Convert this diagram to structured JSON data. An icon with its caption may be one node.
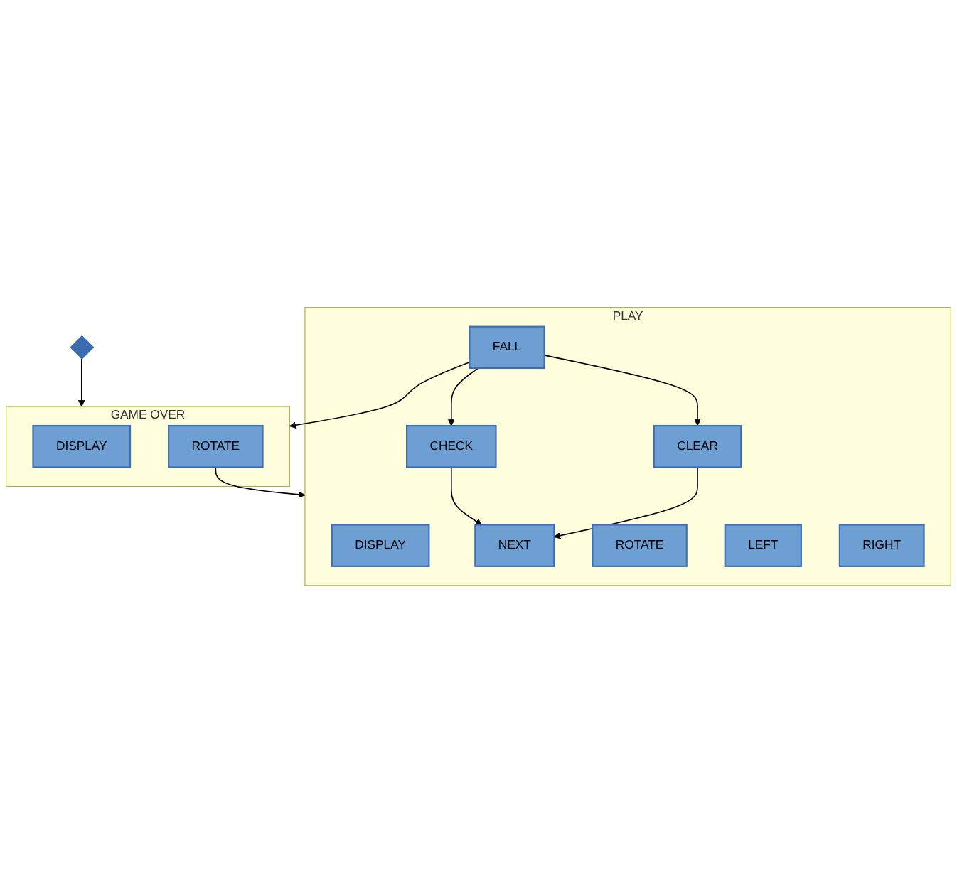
{
  "diagram": {
    "nodes": [
      {
        "text": [],
        "shape": "diamond"
      },
      {
        "text": [
          "GAME OVER"
        ]
      },
      {
        "text": [
          "DISPLAY"
        ],
        "in": 1
      },
      {
        "text": [
          "ROTATE"
        ],
        "in": 1
      },
      {
        "text": [
          "PLAY"
        ]
      },
      {
        "text": [
          "DISPLAY"
        ],
        "in": 4
      },
      {
        "text": [
          "FALL"
        ],
        "in": 4
      },
      {
        "text": [
          "CHECK"
        ],
        "in": 4
      },
      {
        "text": [
          "CLEAR"
        ],
        "in": 4
      },
      {
        "text": [
          "NEXT"
        ],
        "in": 4
      },
      {
        "text": [
          "ROTATE"
        ],
        "in": 4
      },
      {
        "text": [
          "LEFT"
        ],
        "in": 4
      },
      {
        "text": [
          "RIGHT"
        ],
        "in": 4
      }
    ],
    "edges": [
      {
        "from": 0,
        "to": 1,
        "arrow": "to"
      },
      {
        "from": 6,
        "to": 1,
        "arrow": "to"
      },
      {
        "from": 3,
        "to": 4,
        "arrow": "to"
      },
      {
        "from": 6,
        "to": 7,
        "arrow": "to"
      },
      {
        "from": 6,
        "to": 8,
        "arrow": "to"
      },
      {
        "from": 7,
        "to": 9,
        "arrow": "to"
      },
      {
        "from": 8,
        "to": 9,
        "arrow": "to"
      }
    ]
  }
}
